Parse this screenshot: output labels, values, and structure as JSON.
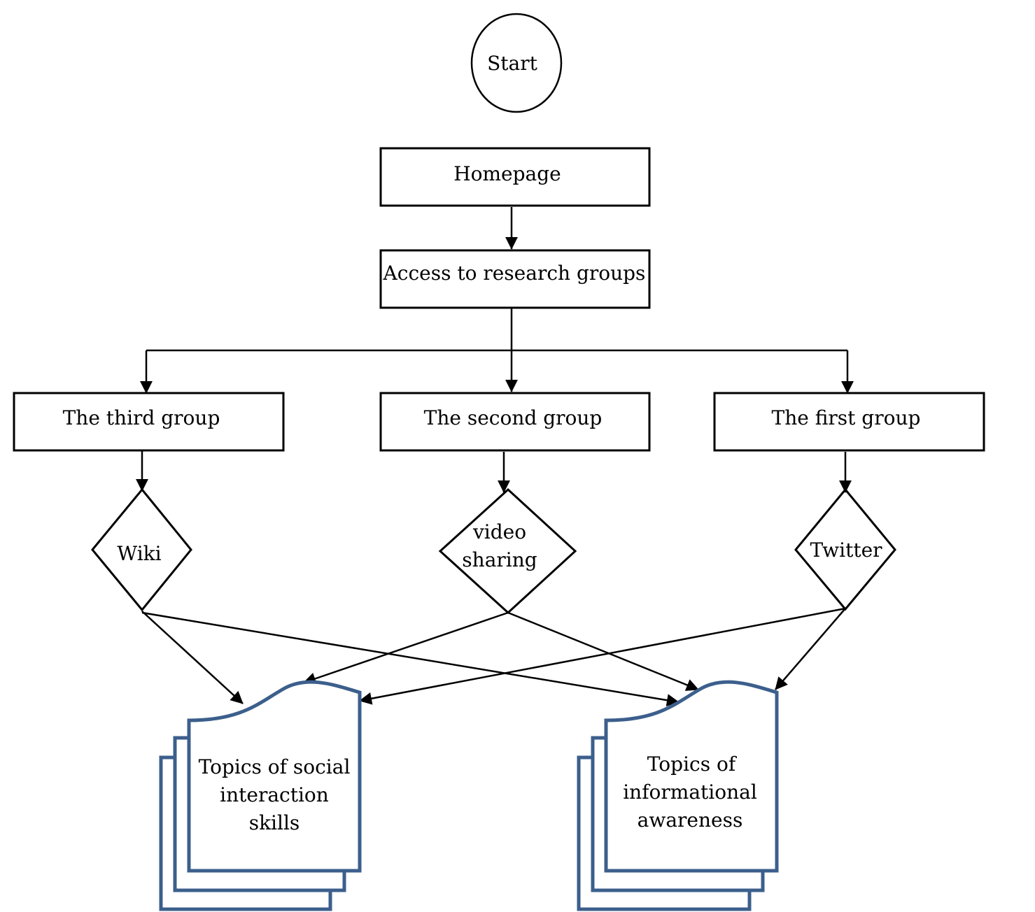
{
  "colors": {
    "stroke": "#000000",
    "document_stroke": "#3c5f8c",
    "background": "#ffffff"
  },
  "nodes": {
    "start": "Start",
    "homepage": "Homepage",
    "access": "Access to research groups",
    "third_group": "The third group",
    "second_group": "The second group",
    "first_group": "The first group",
    "wiki": "Wiki",
    "video_sharing": [
      "video",
      "sharing"
    ],
    "twitter": "Twitter",
    "social_topics": [
      "Topics of social",
      "interaction",
      "skills"
    ],
    "informational_topics": [
      "Topics of",
      "informational",
      "awareness"
    ]
  }
}
